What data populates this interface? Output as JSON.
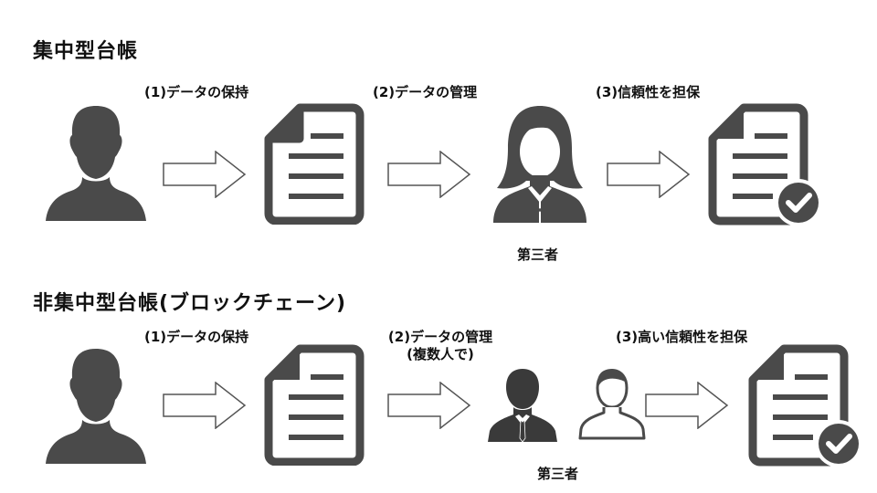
{
  "centralized": {
    "title": "集中型台帳",
    "step1": "(1)データの保持",
    "step2": "(2)データの管理",
    "step3": "(3)信頼性を担保",
    "third_party": "第三者"
  },
  "decentralized": {
    "title": "非集中型台帳(ブロックチェーン)",
    "step1": "(1)データの保持",
    "step2_line1": "(2)データの管理",
    "step2_line2": "(複数人で)",
    "step3": "(3)高い信頼性を担保",
    "third_party": "第三者"
  },
  "colors": {
    "icon": "#4a4a4a",
    "arrow_stroke": "#555555",
    "text": "#111111"
  },
  "icons": [
    "user-silhouette-icon",
    "document-icon",
    "woman-icon",
    "businessman-icon",
    "man-outline-icon",
    "document-check-icon",
    "right-arrow-icon"
  ]
}
